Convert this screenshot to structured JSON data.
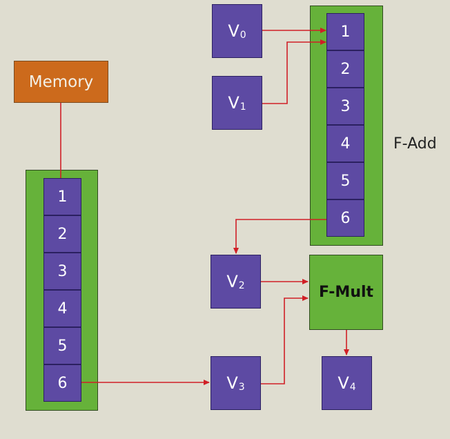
{
  "memory": {
    "label": "Memory"
  },
  "load_pipeline": {
    "stages": [
      "1",
      "2",
      "3",
      "4",
      "5",
      "6"
    ]
  },
  "fadd_pipeline": {
    "label": "F-Add",
    "stages": [
      "1",
      "2",
      "3",
      "4",
      "5",
      "6"
    ]
  },
  "fmult": {
    "label": "F-Mult"
  },
  "registers": {
    "v0": {
      "name": "V",
      "index": "0"
    },
    "v1": {
      "name": "V",
      "index": "1"
    },
    "v2": {
      "name": "V",
      "index": "2"
    },
    "v3": {
      "name": "V",
      "index": "3"
    },
    "v4": {
      "name": "V",
      "index": "4"
    }
  },
  "colors": {
    "background": "#dfddd0",
    "memory": "#cc6a1c",
    "pipeline_frame": "#66b23a",
    "register": "#5d4aa3",
    "arrow": "#d01f26"
  }
}
